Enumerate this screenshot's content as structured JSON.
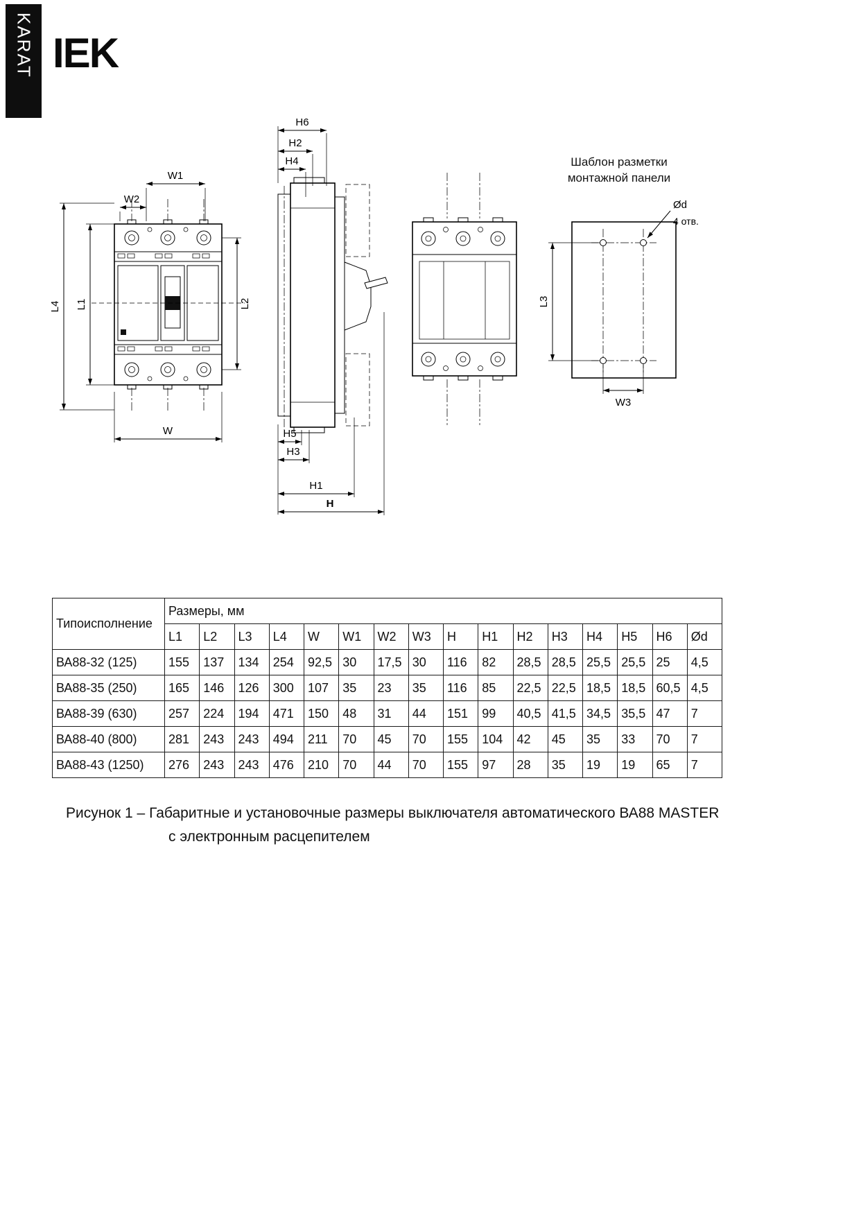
{
  "page": {
    "sidebar_text": "KARAT",
    "logo_text": "IEK"
  },
  "drawings": {
    "template_title_line1": "Шаблон разметки",
    "template_title_line2": "монтажной панели",
    "holes_note": "4 отв.",
    "dim_labels": {
      "W1": "W1",
      "W2": "W2",
      "L1": "L1",
      "L2": "L2",
      "L4": "L4",
      "W": "W",
      "H6": "H6",
      "H2": "H2",
      "H4": "H4",
      "H5": "H5",
      "H3": "H3",
      "H1": "H1",
      "H": "H",
      "L3": "L3",
      "W3": "W3",
      "d": "Ød"
    }
  },
  "table": {
    "type_header": "Типоисполнение",
    "sizes_header": "Размеры, мм",
    "dim_headers": [
      "L1",
      "L2",
      "L3",
      "L4",
      "W",
      "W1",
      "W2",
      "W3",
      "H",
      "H1",
      "H2",
      "H3",
      "H4",
      "H5",
      "H6",
      "Ød"
    ],
    "rows": [
      {
        "type": "ВА88-32 (125)",
        "values": [
          "155",
          "137",
          "134",
          "254",
          "92,5",
          "30",
          "17,5",
          "30",
          "116",
          "82",
          "28,5",
          "28,5",
          "25,5",
          "25,5",
          "25",
          "4,5"
        ]
      },
      {
        "type": "ВА88-35 (250)",
        "values": [
          "165",
          "146",
          "126",
          "300",
          "107",
          "35",
          "23",
          "35",
          "116",
          "85",
          "22,5",
          "22,5",
          "18,5",
          "18,5",
          "60,5",
          "4,5"
        ]
      },
      {
        "type": "ВА88-39 (630)",
        "values": [
          "257",
          "224",
          "194",
          "471",
          "150",
          "48",
          "31",
          "44",
          "151",
          "99",
          "40,5",
          "41,5",
          "34,5",
          "35,5",
          "47",
          "7"
        ]
      },
      {
        "type": "ВА88-40 (800)",
        "values": [
          "281",
          "243",
          "243",
          "494",
          "211",
          "70",
          "45",
          "70",
          "155",
          "104",
          "42",
          "45",
          "35",
          "33",
          "70",
          "7"
        ]
      },
      {
        "type": "ВА88-43 (1250)",
        "values": [
          "276",
          "243",
          "243",
          "476",
          "210",
          "70",
          "44",
          "70",
          "155",
          "97",
          "28",
          "35",
          "19",
          "19",
          "65",
          "7"
        ]
      }
    ]
  },
  "caption": {
    "line1": "Рисунок 1 – Габаритные и установочные размеры выключателя автоматического ВА88 MASTER",
    "line2": "с электронным расцепителем"
  }
}
